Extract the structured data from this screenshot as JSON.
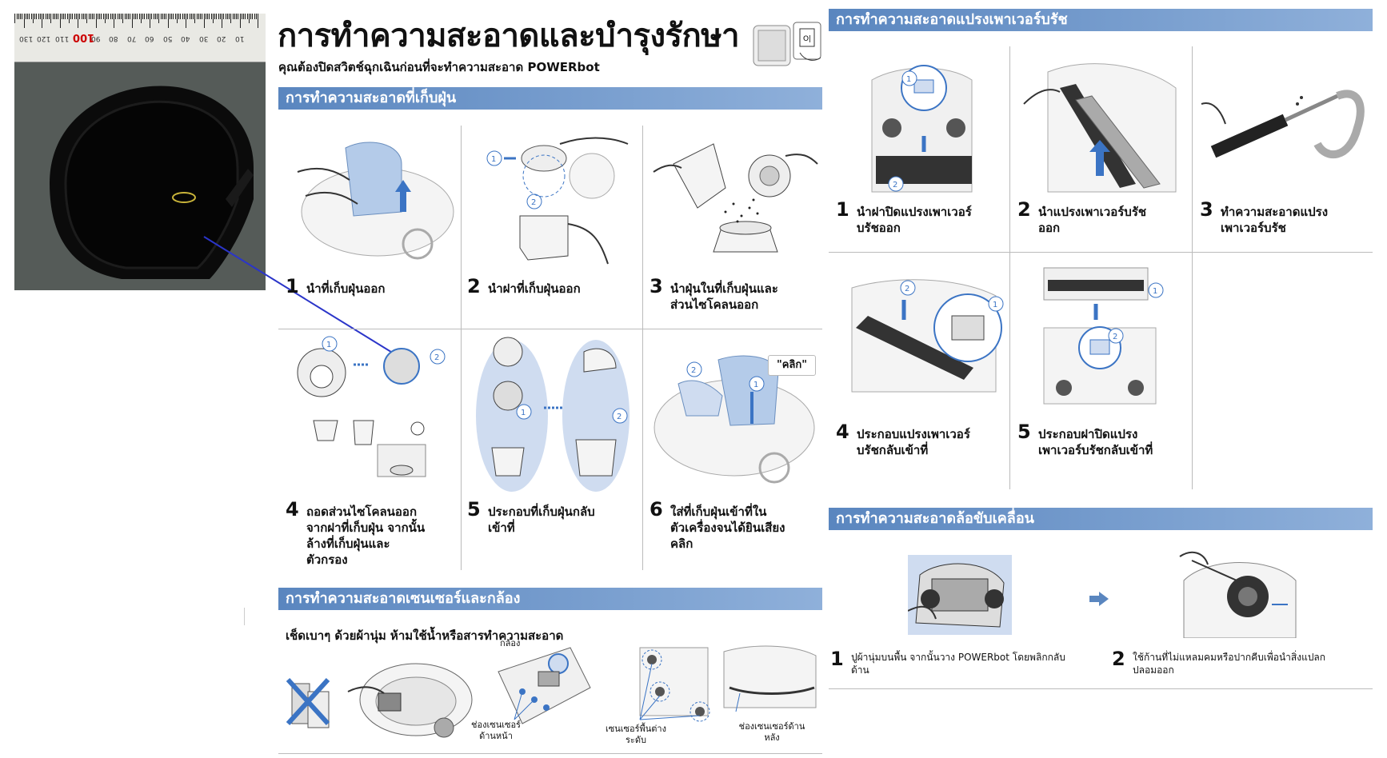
{
  "photo": {
    "ruler_numbers": [
      "10",
      "20",
      "30",
      "40",
      "50",
      "60",
      "70",
      "80",
      "90",
      "100",
      "110",
      "120",
      "130"
    ],
    "ruler_highlight": "100"
  },
  "header": {
    "title": "การทำความสะอาดและบำรุงรักษา",
    "subtitle": "คุณต้องปิดสวิตช์ฉุกเฉินก่อนที่จะทำความสะอาด POWERbot"
  },
  "dust": {
    "heading": "การทำความสะอาดที่เก็บฝุ่น",
    "steps": [
      {
        "n": "1",
        "text": "นำที่เก็บฝุ่นออก"
      },
      {
        "n": "2",
        "text": "นำฝาที่เก็บฝุ่นออก"
      },
      {
        "n": "3",
        "text": "นำฝุ่นในที่เก็บฝุ่นและ\nส่วนไซโคลนออก"
      },
      {
        "n": "4",
        "text": "ถอดส่วนไซโคลนออก\nจากฝาที่เก็บฝุ่น จากนั้น\nล้างที่เก็บฝุ่นและ\nตัวกรอง"
      },
      {
        "n": "5",
        "text": "ประกอบที่เก็บฝุ่นกลับ\nเข้าที่"
      },
      {
        "n": "6",
        "text": "ใส่ที่เก็บฝุ่นเข้าที่ใน\nตัวเครื่องจนได้ยินเสียง\nคลิก"
      }
    ],
    "click_label": "\"คลิก\""
  },
  "sensor": {
    "heading": "การทำความสะอาดเซนเซอร์และกล้อง",
    "instruction": "เช็ดเบาๆ ด้วยผ้านุ่ม ห้ามใช้น้ำหรือสารทำความสะอาด",
    "labels": {
      "camera": "กล้อง",
      "front": "ช่องเซนเซอร์\nด้านหน้า",
      "cliff": "เซนเซอร์พื้นต่าง\nระดับ",
      "rear": "ช่องเซนเซอร์ด้าน\nหลัง"
    }
  },
  "brush": {
    "heading": "การทำความสะอาดแปรงเพาเวอร์บรัช",
    "steps": [
      {
        "n": "1",
        "text": "นำฝาปิดแปรงเพาเวอร์\nบรัชออก"
      },
      {
        "n": "2",
        "text": "นำแปรงเพาเวอร์บรัช\nออก"
      },
      {
        "n": "3",
        "text": "ทำความสะอาดแปรง\nเพาเวอร์บรัช"
      },
      {
        "n": "4",
        "text": "ประกอบแปรงเพาเวอร์\nบรัชกลับเข้าที่"
      },
      {
        "n": "5",
        "text": "ประกอบฝาปิดแปรง\nเพาเวอร์บรัชกลับเข้าที่"
      }
    ]
  },
  "wheel": {
    "heading": "การทำความสะอาดล้อขับเคลื่อน",
    "steps": [
      {
        "n": "1",
        "text": "ปูผ้านุ่มบนพื้น จากนั้นวาง POWERbot โดยพลิกกลับ\nด้าน"
      },
      {
        "n": "2",
        "text": "ใช้ก้านที่ไม่แหลมคมหรือปากคีบเพื่อนำสิ่งแปลก\nปลอมออก"
      }
    ]
  },
  "colors": {
    "accent": "#5a86bf",
    "light_blue": "#a9c4e6",
    "line": "#2b35c9"
  }
}
